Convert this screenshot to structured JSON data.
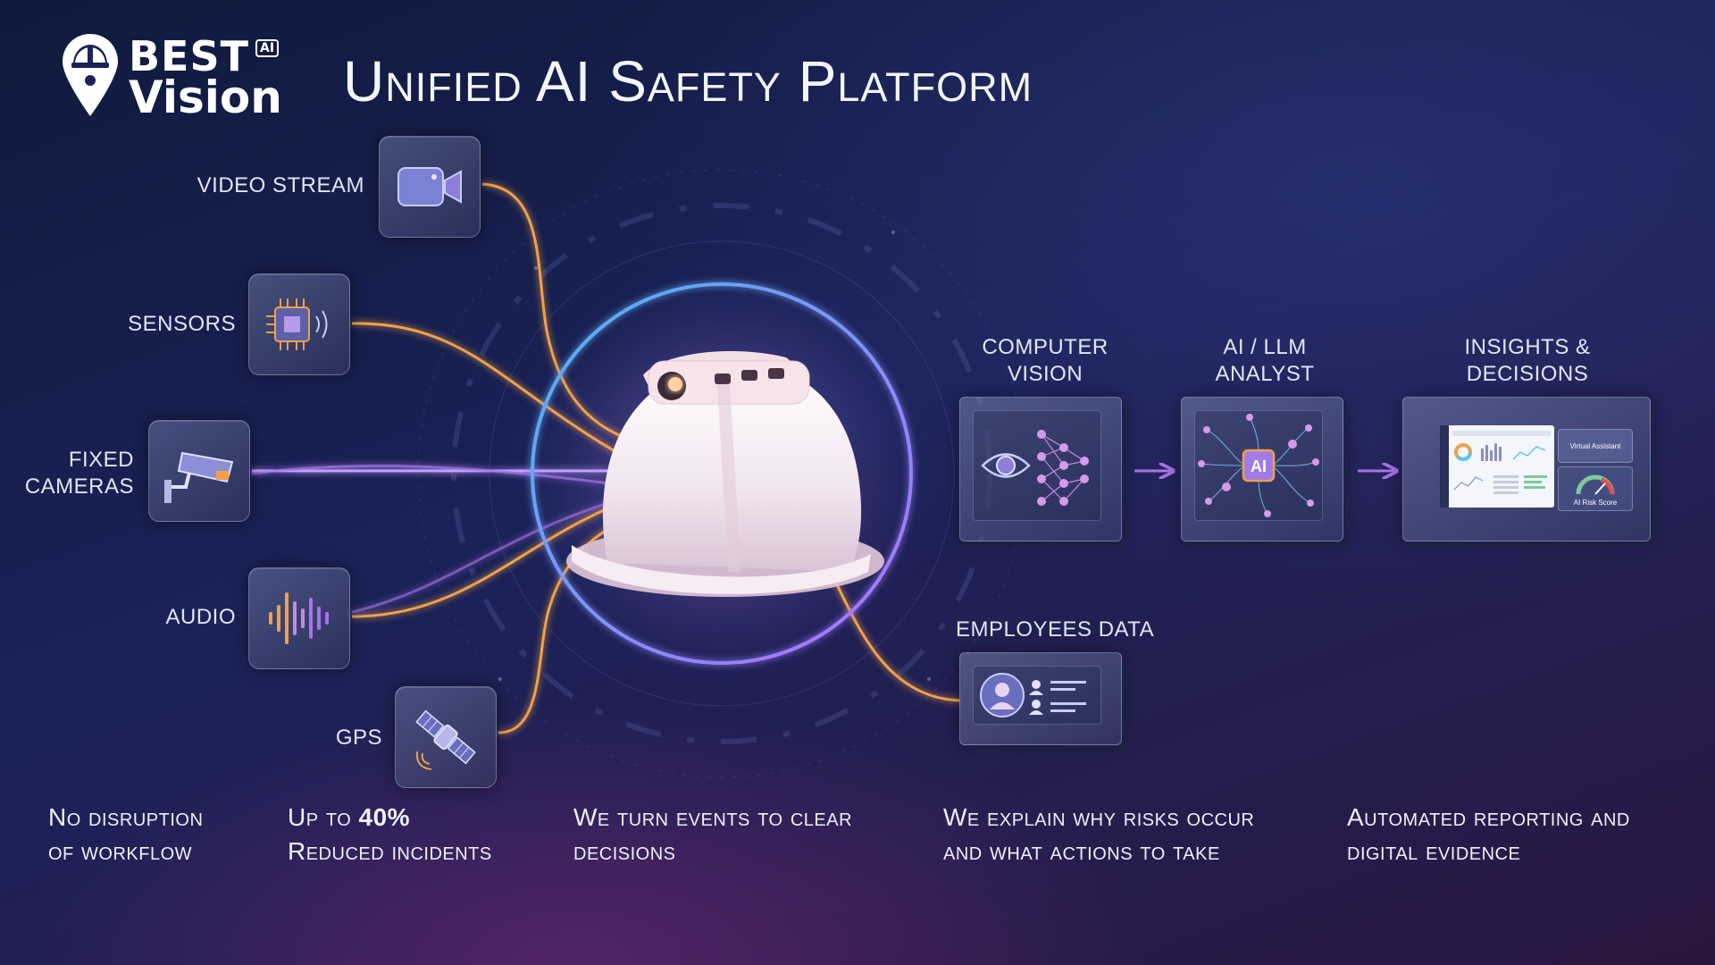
{
  "brand": {
    "name_top": "BEST",
    "name_bottom": "Vision",
    "badge": "AI"
  },
  "title": "Unified AI Safety Platform",
  "inputs": [
    {
      "label": "VIDEO STREAM",
      "icon": "video-camera-icon"
    },
    {
      "label": "SENSORS",
      "icon": "chip-sensor-icon"
    },
    {
      "label_lines": [
        "FIXED",
        "CAMERAS"
      ],
      "icon": "cctv-camera-icon"
    },
    {
      "label": "AUDIO",
      "icon": "audio-wave-icon"
    },
    {
      "label": "GPS",
      "icon": "satellite-icon"
    }
  ],
  "hub": {
    "icon": "smart-helmet-icon"
  },
  "pipeline": [
    {
      "label_lines": [
        "COMPUTER",
        "VISION"
      ],
      "icon": "eye-network-icon"
    },
    {
      "label_lines": [
        "AI / LLM",
        "ANALYST"
      ],
      "icon": "ai-chip-icon",
      "chip_text": "AI"
    },
    {
      "label_lines": [
        "INSIGHTS &",
        "DECISIONS"
      ],
      "icon": "dashboard-icon",
      "assistant_text": "Virtual Assistant",
      "score_text": "AI Risk Score"
    }
  ],
  "employees": {
    "label": "EMPLOYEES DATA",
    "icon": "employee-profile-icon"
  },
  "benefits": [
    {
      "lines": [
        "No disruption",
        "of workflow"
      ]
    },
    {
      "line1_prefix": "Up to ",
      "line1_highlight": "40%",
      "line2": "Reduced incidents"
    },
    {
      "lines": [
        "We turn events to clear",
        "decisions"
      ]
    },
    {
      "lines": [
        "We explain why risks occur",
        "and what actions to take"
      ]
    },
    {
      "lines": [
        "Automated reporting and",
        "digital evidence"
      ]
    }
  ],
  "colors": {
    "orange": "#f0a04a",
    "purple": "#a774e8",
    "cyan": "#5ec6f2",
    "ring_blue": "#4fb4f0",
    "ring_violet": "#b070ff"
  }
}
